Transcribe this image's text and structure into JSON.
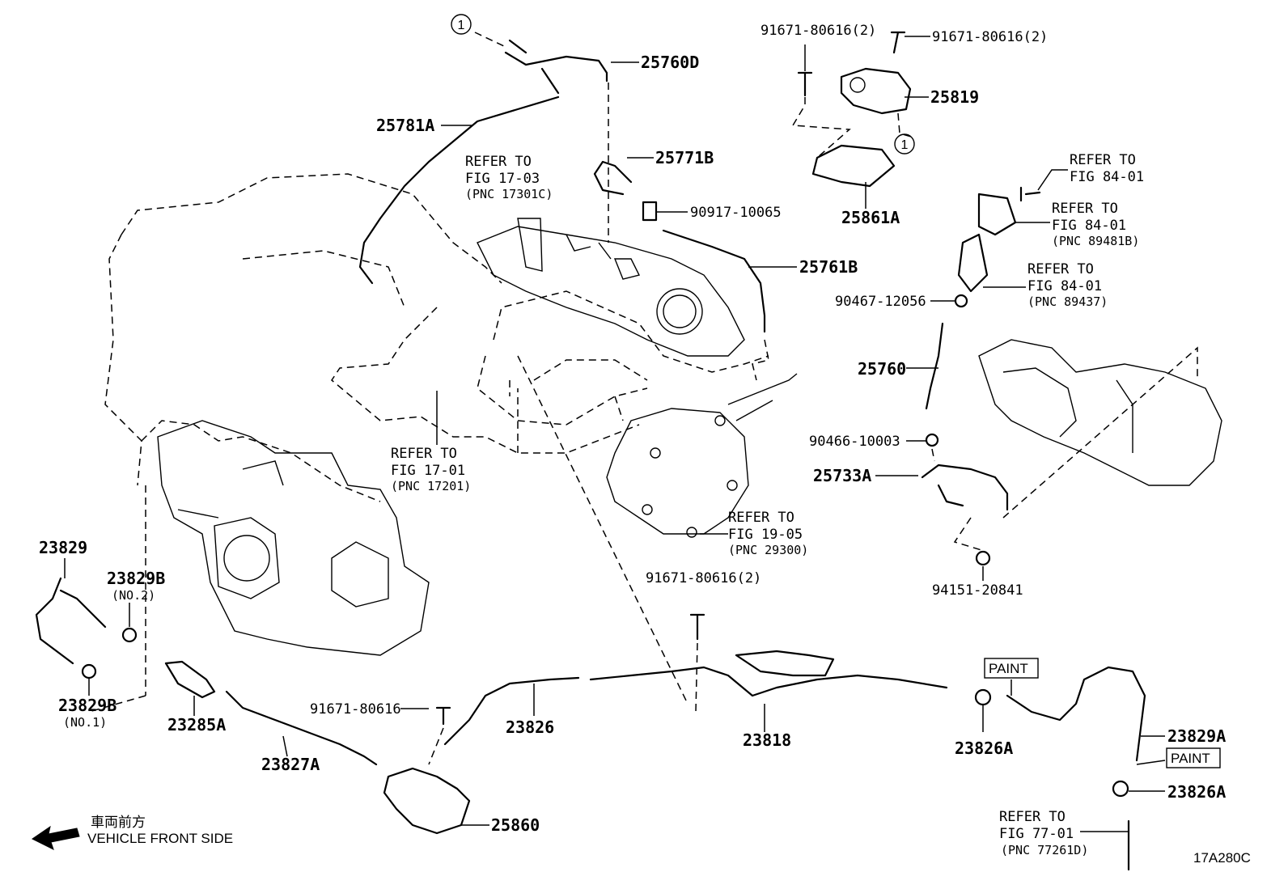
{
  "callouts": {
    "circle_1": "1"
  },
  "parts": {
    "p25760D": "25760D",
    "p25781A": "25781A",
    "p25771B": "25771B",
    "p90917": "90917-10065",
    "p25761B": "25761B",
    "p91671_a": "91671-80616(2)",
    "p91671_b": "91671-80616(2)",
    "p25819": "25819",
    "p25861A": "25861A",
    "p90467": "90467-12056",
    "p25760": "25760",
    "p90466": "90466-10003",
    "p25733A": "25733A",
    "p94151": "94151-20841",
    "p23829": "23829",
    "p23829B_1": "23829B",
    "p23829B_2": "23829B",
    "p23285A": "23285A",
    "p23827A": "23827A",
    "p91671_c": "91671-80616",
    "p91671_d": "91671-80616(2)",
    "p23826": "23826",
    "p23818": "23818",
    "p25860": "25860",
    "p23826A_1": "23826A",
    "p23826A_2": "23826A",
    "p23829A": "23829A"
  },
  "qualifiers": {
    "no2": "(NO.2)",
    "no1": "(NO.1)"
  },
  "refs": {
    "r1703": {
      "l1": "REFER TO",
      "l2": "FIG 17-03",
      "l3": "(PNC 17301C)"
    },
    "r1701": {
      "l1": "REFER TO",
      "l2": "FIG 17-01",
      "l3": "(PNC 17201)"
    },
    "r1905": {
      "l1": "REFER TO",
      "l2": "FIG 19-05",
      "l3": "(PNC 29300)"
    },
    "r8401a": {
      "l1": "REFER TO",
      "l2": "FIG 84-01"
    },
    "r8401b": {
      "l1": "REFER TO",
      "l2": "FIG 84-01",
      "l3": "(PNC 89481B)"
    },
    "r8401c": {
      "l1": "REFER TO",
      "l2": "FIG 84-01",
      "l3": "(PNC 89437)"
    },
    "r7701": {
      "l1": "REFER TO",
      "l2": "FIG 77-01",
      "l3": "(PNC 77261D)"
    }
  },
  "paint_tags": {
    "paint_1": "PAINT",
    "paint_2": "PAINT"
  },
  "front": {
    "jp": "車両前方",
    "en": "VEHICLE FRONT SIDE"
  },
  "figure_code": "17A280C"
}
